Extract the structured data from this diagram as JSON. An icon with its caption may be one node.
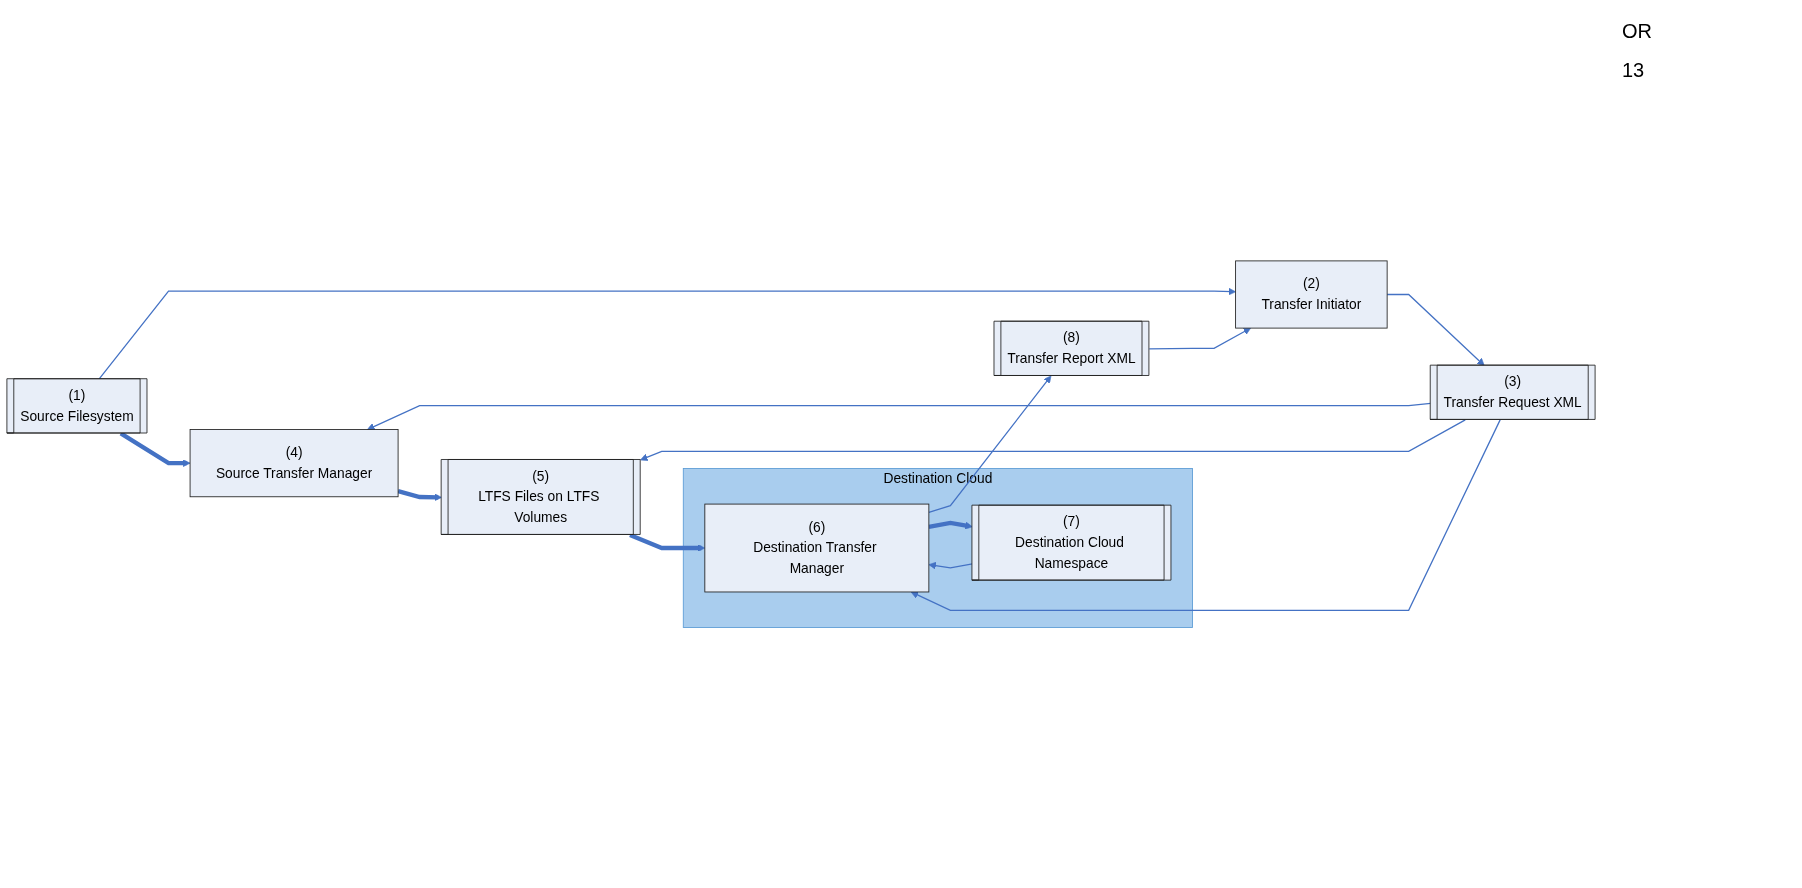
{
  "diagram": {
    "nodes": [
      {
        "text": [
          "(1)",
          "Source Filesystem"
        ]
      },
      {
        "text": [
          "(4)",
          "Source Transfer Manager"
        ]
      },
      {
        "text": [
          "(5)",
          "LTFS Files on LTFS Volumes"
        ]
      },
      {
        "text": [
          "Destination Cloud"
        ]
      },
      {
        "text": [
          "(6)",
          "Destination Transfer Manager"
        ],
        "in": 3
      },
      {
        "text": [
          "(7)",
          "Destination Cloud Namespace"
        ],
        "in": 3
      },
      {
        "text": [
          "(3)",
          "Transfer Request XML"
        ]
      },
      {
        "text": [
          "(8)",
          "Transfer Report XML"
        ]
      },
      {
        "text": [
          "(2)",
          "Transfer Initiator"
        ]
      }
    ],
    "edges": [
      {
        "from": 0,
        "to": 1,
        "arrow": "to",
        "style": "thick"
      },
      {
        "from": 1,
        "to": 2,
        "arrow": "to",
        "style": "thick"
      },
      {
        "from": 2,
        "to": 4,
        "arrow": "to",
        "style": "thick"
      },
      {
        "from": 4,
        "to": 5,
        "arrow": "to",
        "style": "thick"
      },
      {
        "from": 5,
        "to": 4,
        "arrow": "to"
      },
      {
        "from": 0,
        "to": 8,
        "arrow": "to"
      },
      {
        "from": 8,
        "to": 6,
        "arrow": "to"
      },
      {
        "from": 6,
        "to": 1,
        "arrow": "to"
      },
      {
        "from": 6,
        "to": 2,
        "arrow": "to"
      },
      {
        "from": 6,
        "to": 4,
        "arrow": "to"
      },
      {
        "from": 4,
        "to": 7,
        "arrow": "to"
      },
      {
        "from": 7,
        "to": 8,
        "arrow": "to"
      }
    ],
    "labels": [
      "OR",
      "13"
    ]
  }
}
